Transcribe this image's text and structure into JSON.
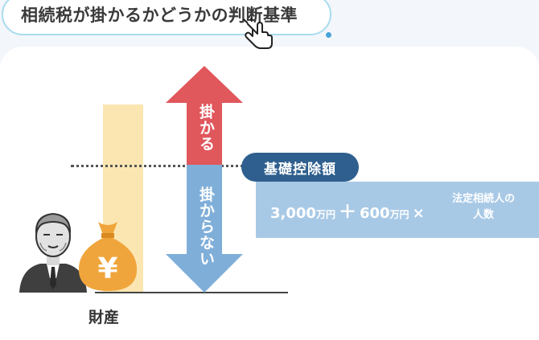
{
  "title": "相続税が掛かるかどうかの判断基準",
  "arrow": {
    "up_label": "掛かる",
    "down_label": "掛からない"
  },
  "deduction": {
    "label": "基礎控除額",
    "base_amount": "3,000",
    "base_unit": "万円",
    "plus": "＋",
    "per_heir_amount": "600",
    "per_heir_unit": "万円",
    "times": "×",
    "heirs_line1": "法定相続人の",
    "heirs_line2": "人数"
  },
  "asset": {
    "label": "財産",
    "bag_symbol": "¥"
  },
  "colors": {
    "up_arrow": "#e0575c",
    "down_arrow": "#7fafd9",
    "label_bg": "#2e5f8e",
    "box_bg": "#a8c9e6",
    "asset_bar": "#fbe6b2",
    "bag": "#f0a53c"
  },
  "icons": {
    "pointer": "hand-pointer-icon",
    "person": "elderly-man-icon",
    "bag": "money-bag-icon"
  }
}
